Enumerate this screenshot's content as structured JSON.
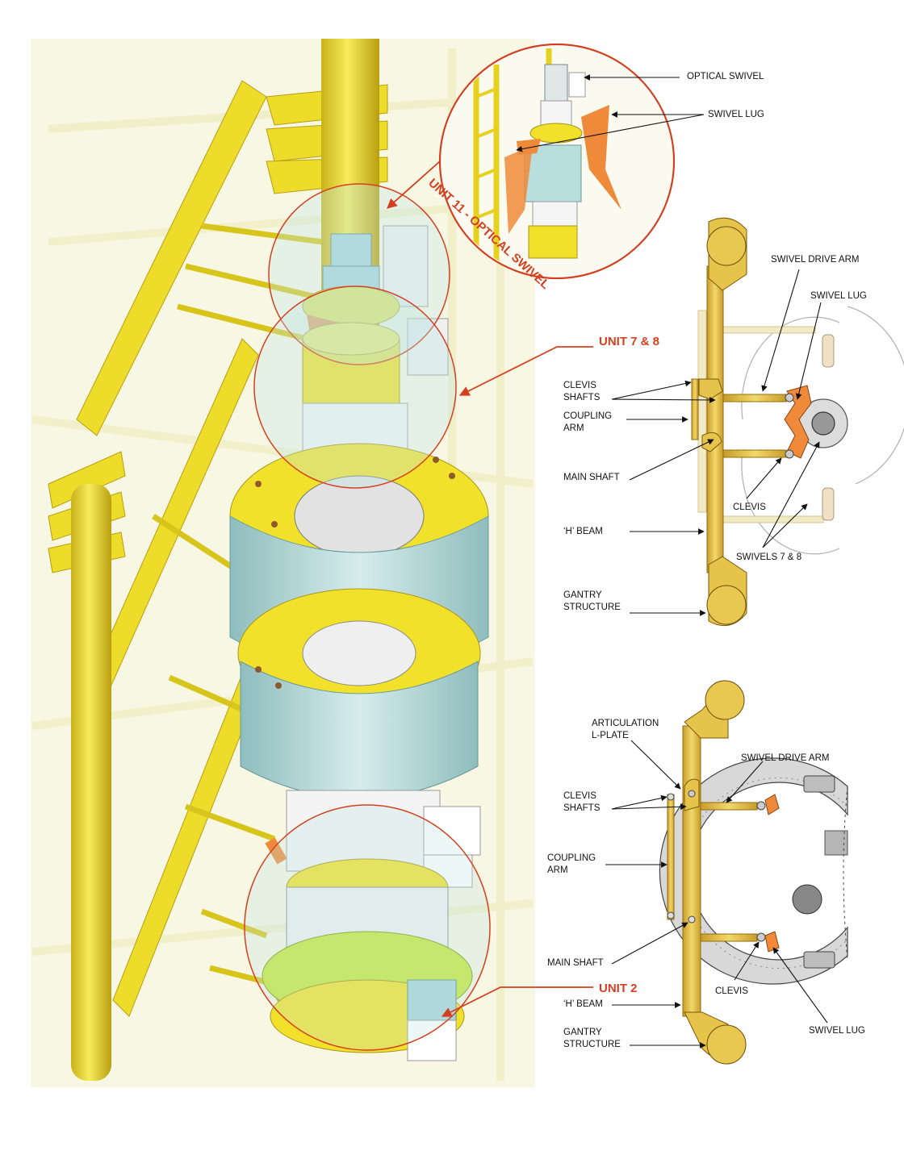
{
  "units": {
    "unit11": "UNIT 11 - OPTICAL SWIVEL",
    "unit78": "UNIT 7 & 8",
    "unit2": "UNIT 2"
  },
  "detail_top": {
    "optical_swivel": "OPTICAL SWIVEL",
    "swivel_lug": "SWIVEL LUG"
  },
  "diagram_upper": {
    "swivel_drive_arm": "SWIVEL DRIVE ARM",
    "swivel_lug": "SWIVEL LUG",
    "clevis_shafts_1": "CLEVIS",
    "clevis_shafts_2": "SHAFTS",
    "coupling_arm_1": "COUPLING",
    "coupling_arm_2": "ARM",
    "main_shaft": "MAIN SHAFT",
    "clevis": "CLEVIS",
    "h_beam": "‘H’ BEAM",
    "swivels": "SWIVELS 7 & 8",
    "gantry_1": "GANTRY",
    "gantry_2": "STRUCTURE"
  },
  "diagram_lower": {
    "articulation_1": "ARTICULATION",
    "articulation_2": "L-PLATE",
    "swivel_drive_arm": "SWIVEL DRIVE ARM",
    "clevis_shafts_1": "CLEVIS",
    "clevis_shafts_2": "SHAFTS",
    "coupling_arm_1": "COUPLING",
    "coupling_arm_2": "ARM",
    "main_shaft": "MAIN SHAFT",
    "clevis": "CLEVIS",
    "h_beam": "‘H’ BEAM",
    "swivel_lug": "SWIVEL LUG",
    "gantry_1": "GANTRY",
    "gantry_2": "STRUCTURE"
  },
  "colors": {
    "yellow": "#f2e12a",
    "dark_yellow": "#c9b21a",
    "beam": "#e8c743",
    "teal": "#b9dede",
    "orange": "#ee8a3a",
    "red": "#d4401f",
    "background": "#f7f7e4"
  }
}
